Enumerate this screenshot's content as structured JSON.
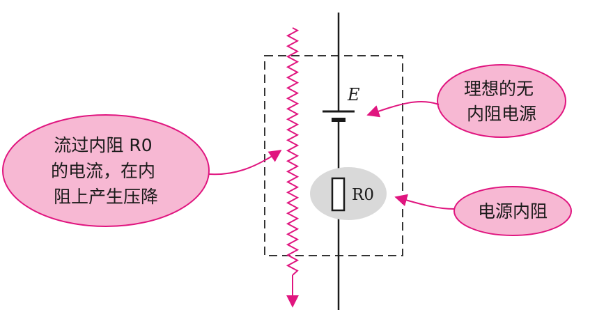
{
  "diagram": {
    "battery_label": "E",
    "resistor_label": "R0",
    "callouts": {
      "current_drop": {
        "lines": [
          "流过内阻 R0",
          "的电流，在内",
          "阻上产生压降"
        ]
      },
      "ideal_source": {
        "lines": [
          "理想的无",
          "内阻电源"
        ]
      },
      "internal_resistance": {
        "lines": [
          "电源内阻"
        ]
      }
    },
    "colors": {
      "accent": "#e0157f",
      "bubble_fill": "#d9d9d9",
      "line": "#1a1a1a",
      "box_border": "#333333"
    }
  }
}
